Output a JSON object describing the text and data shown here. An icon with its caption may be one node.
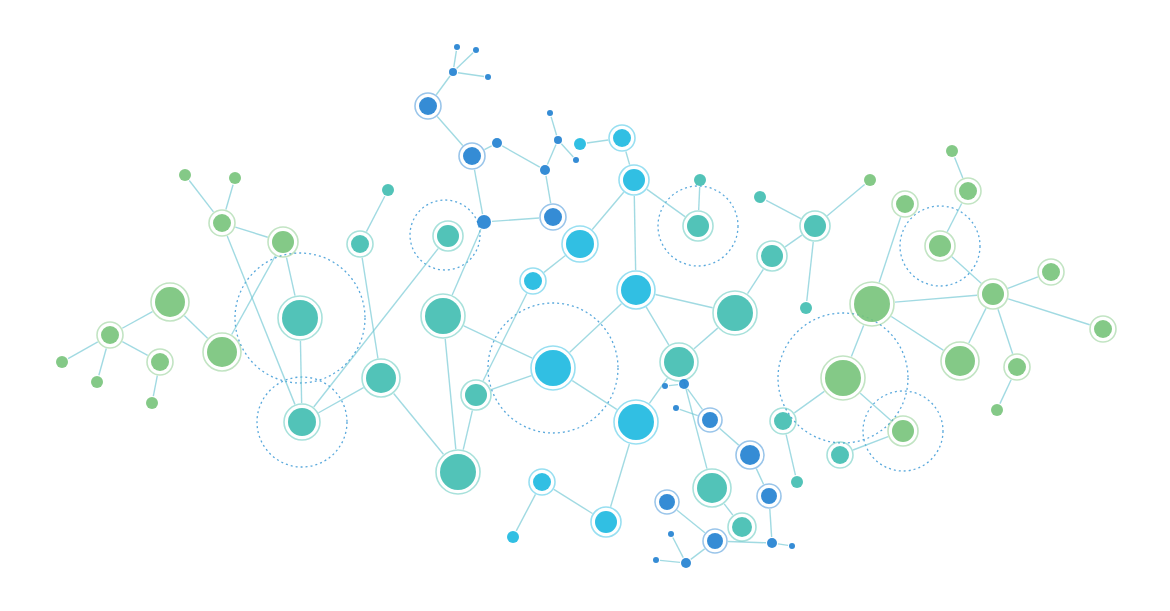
{
  "diagram": {
    "nodes": [
      {
        "text": [],
        "shape": "circle"
      },
      {
        "text": [],
        "shape": "circle"
      },
      {
        "text": [],
        "shape": "circle"
      },
      {
        "text": [],
        "shape": "circle"
      },
      {
        "text": [],
        "shape": "circle"
      },
      {
        "text": [],
        "shape": "circle"
      },
      {
        "text": [],
        "shape": "circle"
      },
      {
        "text": [],
        "shape": "circle"
      },
      {
        "text": [],
        "shape": "circle"
      },
      {
        "text": [],
        "shape": "circle"
      },
      {
        "text": [],
        "shape": "circle"
      },
      {
        "text": [],
        "shape": "circle"
      },
      {
        "text": [],
        "shape": "circle"
      },
      {
        "text": [],
        "shape": "circle"
      },
      {
        "text": [],
        "shape": "circle"
      },
      {
        "text": [],
        "shape": "circle"
      },
      {
        "text": [],
        "shape": "circle"
      },
      {
        "text": [],
        "shape": "circle"
      },
      {
        "text": [],
        "shape": "circle"
      },
      {
        "text": [],
        "shape": "circle"
      },
      {
        "text": [],
        "shape": "circle"
      },
      {
        "text": [],
        "shape": "circle"
      },
      {
        "text": [],
        "shape": "circle"
      },
      {
        "text": [],
        "shape": "circle"
      },
      {
        "text": [],
        "shape": "circle"
      },
      {
        "text": [],
        "shape": "circle"
      },
      {
        "text": [],
        "shape": "circle"
      },
      {
        "text": [],
        "shape": "circle"
      },
      {
        "text": [],
        "shape": "circle"
      },
      {
        "text": [],
        "shape": "circle"
      },
      {
        "text": [],
        "shape": "circle"
      },
      {
        "text": [],
        "shape": "circle"
      },
      {
        "text": [],
        "shape": "circle"
      },
      {
        "text": [],
        "shape": "circle"
      },
      {
        "text": [],
        "shape": "circle"
      },
      {
        "text": [],
        "shape": "circle"
      },
      {
        "text": [],
        "shape": "circle"
      },
      {
        "text": [],
        "shape": "circle"
      },
      {
        "text": [],
        "shape": "circle"
      },
      {
        "text": [],
        "shape": "circle"
      },
      {
        "text": [],
        "shape": "circle"
      },
      {
        "text": [],
        "shape": "circle"
      },
      {
        "text": [],
        "shape": "circle"
      },
      {
        "text": [],
        "shape": "circle"
      },
      {
        "text": [],
        "shape": "circle"
      },
      {
        "text": [],
        "shape": "circle"
      },
      {
        "text": [],
        "shape": "circle"
      },
      {
        "text": [],
        "shape": "circle"
      },
      {
        "text": [],
        "shape": "circle"
      },
      {
        "text": [],
        "shape": "circle"
      },
      {
        "text": [],
        "shape": "circle"
      },
      {
        "text": [],
        "shape": "circle"
      },
      {
        "text": [],
        "shape": "circle"
      },
      {
        "text": [],
        "shape": "circle"
      },
      {
        "text": [],
        "shape": "circle"
      },
      {
        "text": [],
        "shape": "circle"
      },
      {
        "text": [],
        "shape": "circle"
      },
      {
        "text": [],
        "shape": "circle"
      },
      {
        "text": [],
        "shape": "circle"
      },
      {
        "text": [],
        "shape": "circle"
      },
      {
        "text": [],
        "shape": "circle"
      },
      {
        "text": [],
        "shape": "circle"
      },
      {
        "text": [],
        "shape": "circle"
      },
      {
        "text": [],
        "shape": "circle"
      },
      {
        "text": [],
        "shape": "circle"
      },
      {
        "text": [],
        "shape": "circle"
      },
      {
        "text": [],
        "shape": "circle"
      },
      {
        "text": [],
        "shape": "circle"
      },
      {
        "text": [],
        "shape": "circle"
      },
      {
        "text": [],
        "shape": "circle"
      },
      {
        "text": [],
        "shape": "circle"
      },
      {
        "text": [],
        "shape": "circle"
      },
      {
        "text": [],
        "shape": "circle"
      },
      {
        "text": [],
        "shape": "circle"
      },
      {
        "text": [],
        "shape": "circle"
      },
      {
        "text": [],
        "shape": "circle"
      },
      {
        "text": [],
        "shape": "circle"
      },
      {
        "text": [],
        "shape": "circle"
      },
      {
        "text": [],
        "shape": "circle"
      },
      {
        "text": [],
        "shape": "circle"
      },
      {
        "text": [],
        "shape": "circle"
      },
      {
        "text": [],
        "shape": "circle"
      },
      {
        "text": [],
        "shape": "circle"
      },
      {
        "text": [],
        "shape": "circle"
      }
    ],
    "edges": [
      {
        "from": 0,
        "to": 2,
        "arrow": "none"
      },
      {
        "from": 1,
        "to": 2,
        "arrow": "none"
      },
      {
        "from": 2,
        "to": 3,
        "arrow": "none"
      },
      {
        "from": 2,
        "to": 12,
        "arrow": "none"
      },
      {
        "from": 3,
        "to": 11,
        "arrow": "none"
      },
      {
        "from": 3,
        "to": 10,
        "arrow": "none"
      },
      {
        "from": 4,
        "to": 5,
        "arrow": "none"
      },
      {
        "from": 4,
        "to": 10,
        "arrow": "none"
      },
      {
        "from": 5,
        "to": 6,
        "arrow": "none"
      },
      {
        "from": 5,
        "to": 7,
        "arrow": "none"
      },
      {
        "from": 5,
        "to": 8,
        "arrow": "none"
      },
      {
        "from": 8,
        "to": 9,
        "arrow": "none"
      },
      {
        "from": 11,
        "to": 12,
        "arrow": "none"
      },
      {
        "from": 13,
        "to": 14,
        "arrow": "none"
      },
      {
        "from": 14,
        "to": 16,
        "arrow": "none"
      },
      {
        "from": 15,
        "to": 12,
        "arrow": "none"
      },
      {
        "from": 16,
        "to": 12,
        "arrow": "none"
      },
      {
        "from": 17,
        "to": 18,
        "arrow": "none"
      },
      {
        "from": 16,
        "to": 18,
        "arrow": "none"
      },
      {
        "from": 17,
        "to": 20,
        "arrow": "none"
      },
      {
        "from": 19,
        "to": 18,
        "arrow": "none"
      },
      {
        "from": 19,
        "to": 20,
        "arrow": "none"
      },
      {
        "from": 21,
        "to": 19,
        "arrow": "none"
      },
      {
        "from": 21,
        "to": 22,
        "arrow": "none"
      },
      {
        "from": 22,
        "to": 24,
        "arrow": "none"
      },
      {
        "from": 24,
        "to": 25,
        "arrow": "none"
      },
      {
        "from": 25,
        "to": 26,
        "arrow": "none"
      },
      {
        "from": 24,
        "to": 27,
        "arrow": "none"
      },
      {
        "from": 27,
        "to": 28,
        "arrow": "none"
      },
      {
        "from": 20,
        "to": 23,
        "arrow": "none"
      },
      {
        "from": 23,
        "to": 29,
        "arrow": "none"
      },
      {
        "from": 23,
        "to": 30,
        "arrow": "none"
      },
      {
        "from": 29,
        "to": 30,
        "arrow": "none"
      },
      {
        "from": 30,
        "to": 31,
        "arrow": "none"
      },
      {
        "from": 20,
        "to": 31,
        "arrow": "none"
      },
      {
        "from": 31,
        "to": 34,
        "arrow": "none"
      },
      {
        "from": 32,
        "to": 34,
        "arrow": "none"
      },
      {
        "from": 32,
        "to": 33,
        "arrow": "none"
      },
      {
        "from": 24,
        "to": 23,
        "arrow": "none"
      },
      {
        "from": 35,
        "to": 36,
        "arrow": "none"
      },
      {
        "from": 30,
        "to": 35,
        "arrow": "none"
      },
      {
        "from": 37,
        "to": 39,
        "arrow": "none"
      },
      {
        "from": 38,
        "to": 39,
        "arrow": "none"
      },
      {
        "from": 40,
        "to": 39,
        "arrow": "none"
      },
      {
        "from": 39,
        "to": 41,
        "arrow": "none"
      },
      {
        "from": 41,
        "to": 42,
        "arrow": "none"
      },
      {
        "from": 42,
        "to": 43,
        "arrow": "none"
      },
      {
        "from": 43,
        "to": 45,
        "arrow": "none"
      },
      {
        "from": 42,
        "to": 44,
        "arrow": "none"
      },
      {
        "from": 44,
        "to": 46,
        "arrow": "none"
      },
      {
        "from": 46,
        "to": 45,
        "arrow": "none"
      },
      {
        "from": 46,
        "to": 47,
        "arrow": "none"
      },
      {
        "from": 47,
        "to": 48,
        "arrow": "none"
      },
      {
        "from": 47,
        "to": 49,
        "arrow": "none"
      },
      {
        "from": 50,
        "to": 51,
        "arrow": "none"
      },
      {
        "from": 51,
        "to": 53,
        "arrow": "none"
      },
      {
        "from": 52,
        "to": 53,
        "arrow": "none"
      },
      {
        "from": 53,
        "to": 54,
        "arrow": "none"
      },
      {
        "from": 54,
        "to": 55,
        "arrow": "none"
      },
      {
        "from": 55,
        "to": 58,
        "arrow": "none"
      },
      {
        "from": 58,
        "to": 59,
        "arrow": "none"
      },
      {
        "from": 58,
        "to": 57,
        "arrow": "none"
      },
      {
        "from": 57,
        "to": 56,
        "arrow": "none"
      },
      {
        "from": 57,
        "to": 60,
        "arrow": "none"
      },
      {
        "from": 60,
        "to": 61,
        "arrow": "none"
      },
      {
        "from": 60,
        "to": 62,
        "arrow": "none"
      },
      {
        "from": 63,
        "to": 64,
        "arrow": "none"
      },
      {
        "from": 64,
        "to": 65,
        "arrow": "none"
      },
      {
        "from": 64,
        "to": 66,
        "arrow": "none"
      },
      {
        "from": 64,
        "to": 67,
        "arrow": "none"
      },
      {
        "from": 68,
        "to": 70,
        "arrow": "none"
      },
      {
        "from": 68,
        "to": 74,
        "arrow": "none"
      },
      {
        "from": 68,
        "to": 77,
        "arrow": "none"
      },
      {
        "from": 68,
        "to": 69,
        "arrow": "none"
      },
      {
        "from": 69,
        "to": 80,
        "arrow": "none"
      },
      {
        "from": 69,
        "to": 83,
        "arrow": "none"
      },
      {
        "from": 71,
        "to": 72,
        "arrow": "none"
      },
      {
        "from": 71,
        "to": 73,
        "arrow": "none"
      },
      {
        "from": 73,
        "to": 74,
        "arrow": "none"
      },
      {
        "from": 74,
        "to": 75,
        "arrow": "none"
      },
      {
        "from": 74,
        "to": 76,
        "arrow": "none"
      },
      {
        "from": 74,
        "to": 77,
        "arrow": "none"
      },
      {
        "from": 74,
        "to": 78,
        "arrow": "none"
      },
      {
        "from": 78,
        "to": 79,
        "arrow": "none"
      },
      {
        "from": 80,
        "to": 81,
        "arrow": "none"
      },
      {
        "from": 82,
        "to": 83,
        "arrow": "none"
      },
      {
        "from": 66,
        "to": 29,
        "arrow": "none"
      },
      {
        "from": 43,
        "to": 17,
        "arrow": "none"
      }
    ]
  }
}
